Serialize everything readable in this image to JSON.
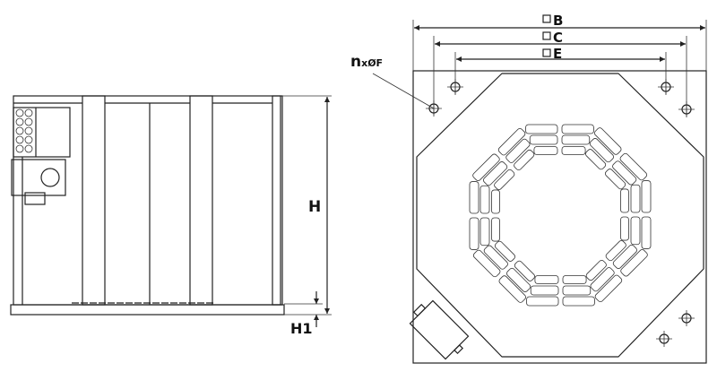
{
  "side_view": {
    "height_label": "H",
    "base_height_label": "H1"
  },
  "top_view": {
    "dim_outer_label": "B",
    "dim_middle_label": "C",
    "dim_inner_label": "E",
    "holes_label_n": "n",
    "holes_label_rest": "xØF",
    "square_symbol": "□"
  },
  "colors": {
    "line": "#222222",
    "background": "#ffffff"
  }
}
